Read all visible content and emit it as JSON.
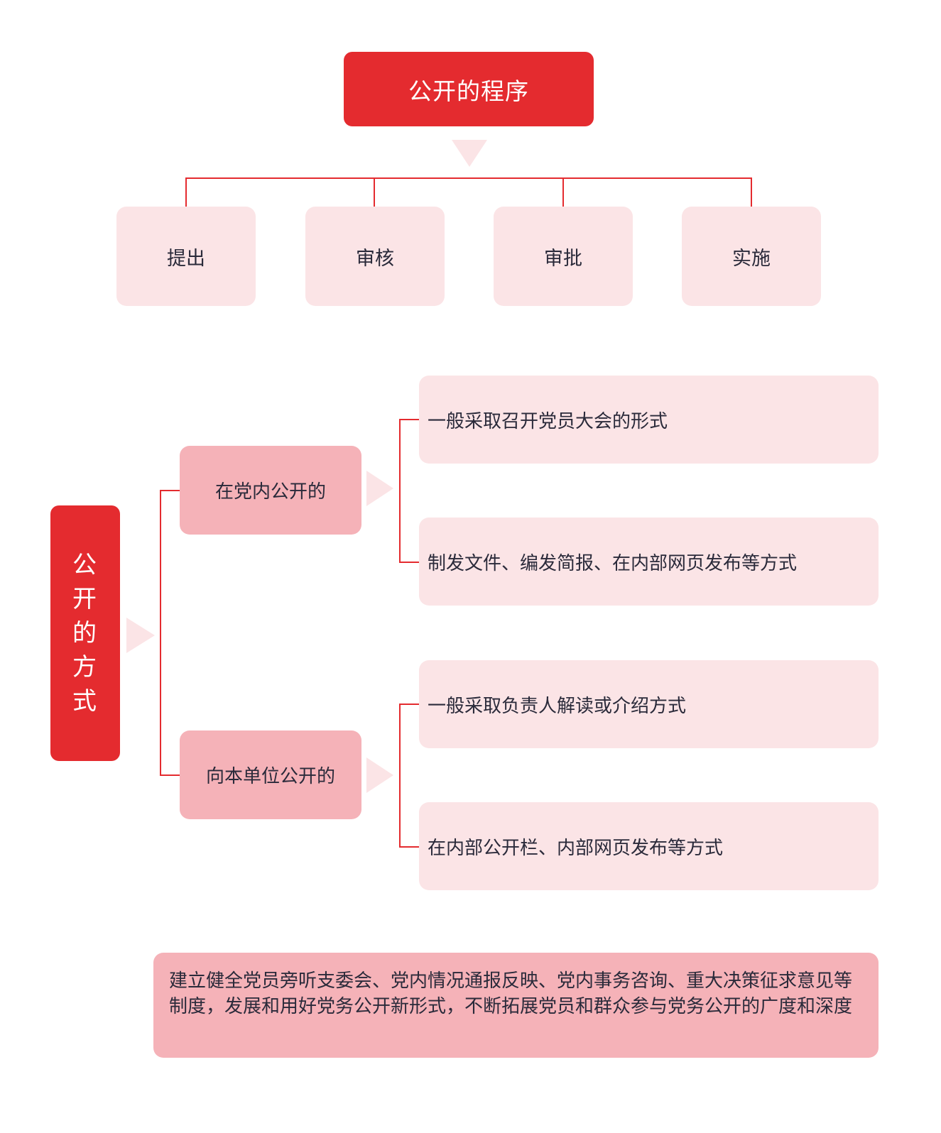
{
  "procedure": {
    "title": "公开的程序",
    "steps": [
      "提出",
      "审核",
      "审批",
      "实施"
    ]
  },
  "methods": {
    "title": "公开的方式",
    "groups": [
      {
        "label": "在党内公开的",
        "items": [
          "一般采取召开党员大会的形式",
          "制发文件、编发简报、在内部网页发布等方式"
        ]
      },
      {
        "label": "向本单位公开的",
        "items": [
          "一般采取负责人解读或介绍方式",
          "在内部公开栏、内部网页发布等方式"
        ]
      }
    ]
  },
  "summary": "建立健全党员旁听支委会、党内情况通报反映、党内事务咨询、重大决策征求意见等制度，发展和用好党务公开新形式，不断拓展党员和群众参与党务公开的广度和深度",
  "colors": {
    "accent_red": "#e42b2f",
    "light_pink": "#fbe4e6",
    "mid_pink": "#f5b2b8"
  }
}
